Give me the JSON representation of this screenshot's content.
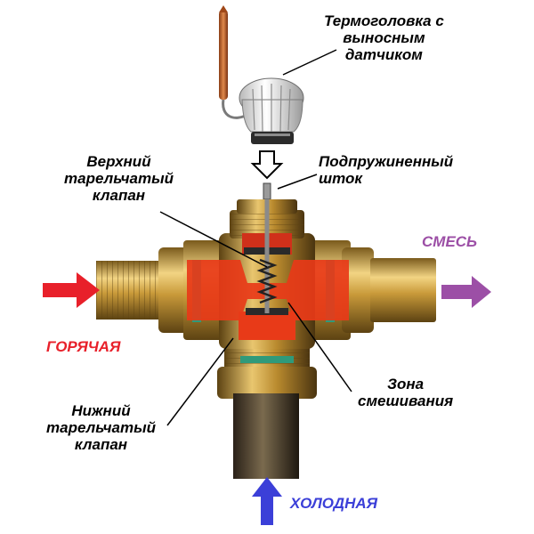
{
  "labels": {
    "thermohead": [
      "Термоголовка с",
      "выносным",
      "датчиком"
    ],
    "upper_valve": [
      "Верхний",
      "тарельчатый",
      "клапан"
    ],
    "spring_stem": [
      "Подпружиненный",
      "шток"
    ],
    "mixing_zone": [
      "Зона",
      "смешивания"
    ],
    "lower_valve": [
      "Нижний",
      "тарельчатый",
      "клапан"
    ]
  },
  "flows": {
    "hot": "ГОРЯЧАЯ",
    "mix": "СМЕСЬ",
    "cold": "ХОЛОДНАЯ"
  },
  "colors": {
    "hot": "#e8202a",
    "mix": "#9c4fa6",
    "cold": "#3b3fd8",
    "brass": "#c89a3c",
    "cutaway": "#e83a18",
    "seal": "#2f9a7a"
  }
}
